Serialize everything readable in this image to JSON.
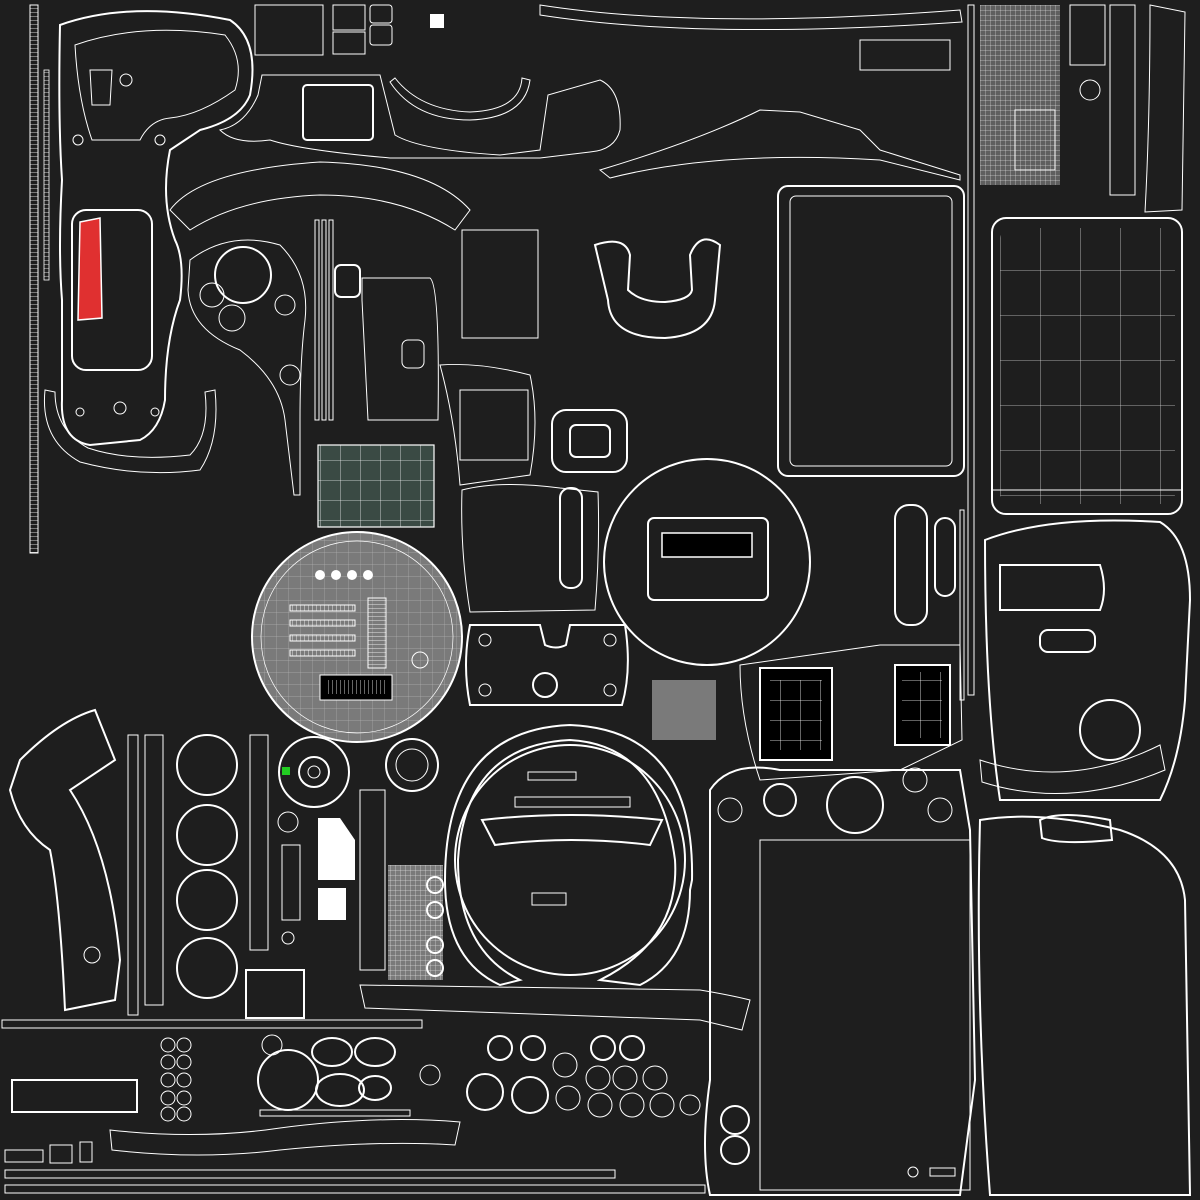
{
  "view": {
    "kind": "uv-texture-layout",
    "grid": "wireframe",
    "lettering": "none"
  },
  "colors": {
    "background": "#1e1e1e",
    "wire": "#ffffff",
    "highlight_red": "#e03030",
    "highlight_green": "#22cc22",
    "dark_fill": "#2a2c26",
    "teal_fill": "#3a4a44",
    "grey_fill": "#7a7a7a"
  }
}
